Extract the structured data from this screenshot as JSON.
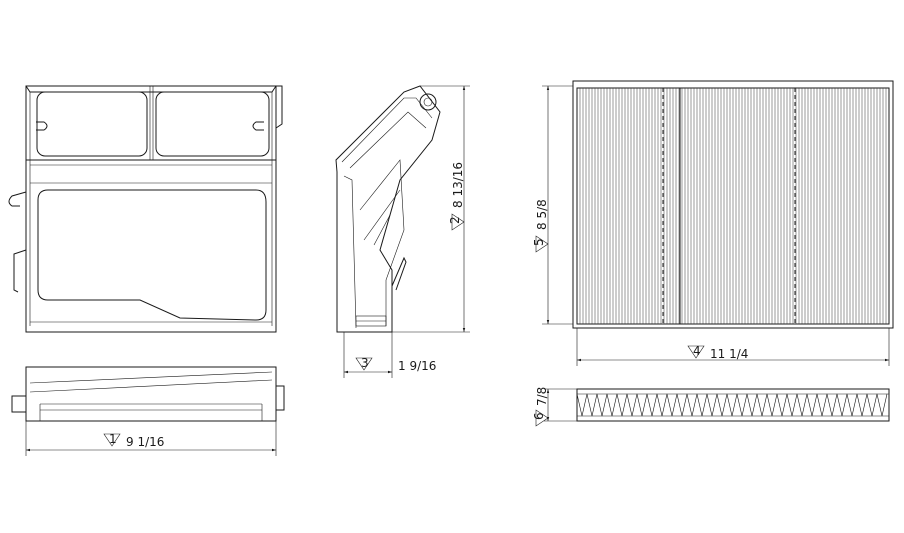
{
  "dimensions": {
    "width_front": "9 1/16",
    "height_side": "8 13/16",
    "depth_side": "1 9/16",
    "width_filter": "11 1/4",
    "height_filter": "8 5/8",
    "thickness_filter": "7/8"
  },
  "markers": {
    "width_front": "1",
    "height_side": "2",
    "depth_side": "3",
    "width_filter": "4",
    "height_filter": "5",
    "thickness_filter": "6"
  }
}
